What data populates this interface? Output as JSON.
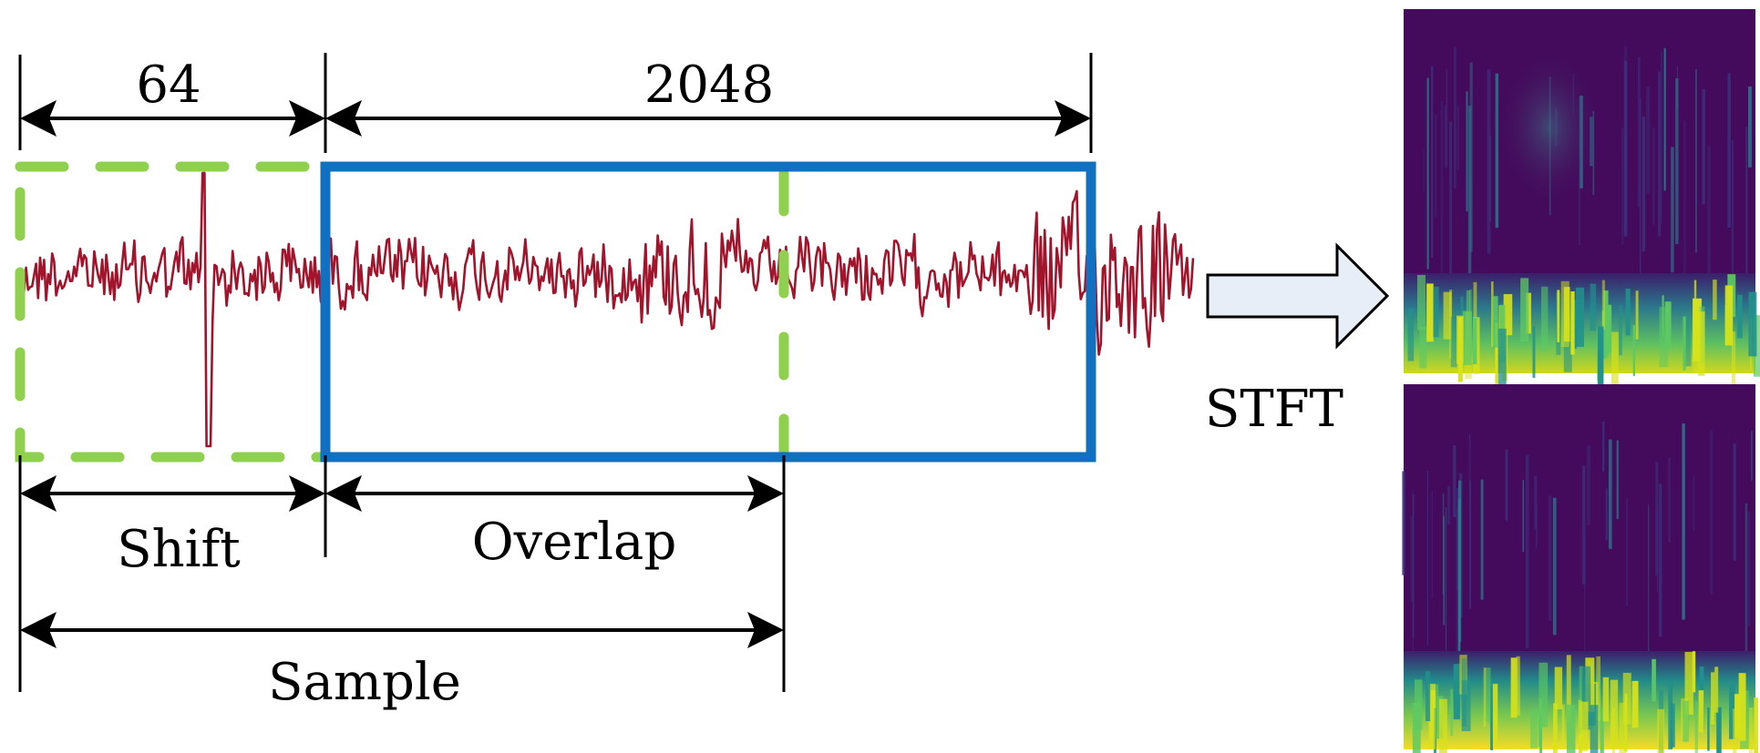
{
  "labels": {
    "window_size": "64",
    "segment_length": "2048",
    "shift": "Shift",
    "overlap": "Overlap",
    "sample": "Sample",
    "transform": "STFT"
  },
  "colors": {
    "signal": "#a0142c",
    "shift_window": "#8fd14f",
    "sample_window": "#1170c0",
    "arrow_fill": "#e8eef7",
    "arrow_stroke": "#000000",
    "spectrogram_bg": "#440a5c",
    "spectrogram_mid": "#2a7f8e",
    "spectrogram_high": "#d8e219"
  },
  "icons": {
    "transform_arrow": "right-block-arrow-icon"
  }
}
